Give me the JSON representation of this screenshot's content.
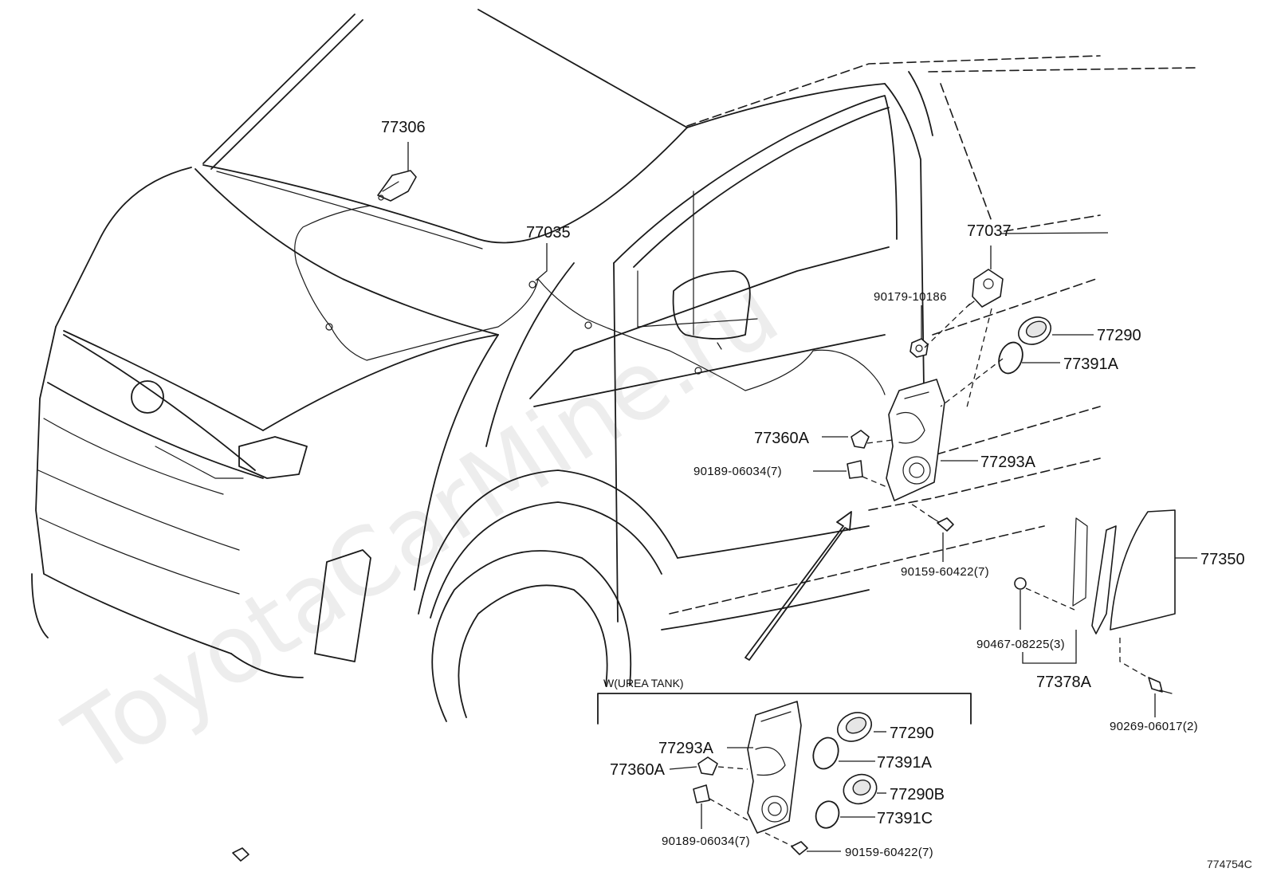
{
  "watermark": "ToyotaCarMine.ru",
  "diagram_ref": "774754C",
  "variant_caption": "W(UREA TANK)",
  "labels": {
    "p77306": "77306",
    "p77035": "77035",
    "p77037": "77037",
    "p90179": "90179-10186",
    "p77290": "77290",
    "p77391A": "77391A",
    "p77360A": "77360A",
    "p90189": "90189-06034(7)",
    "p77293A": "77293A",
    "p90159": "90159-60422(7)",
    "p77350": "77350",
    "p90467": "90467-08225(3)",
    "p77378A": "77378A",
    "p90269": "90269-06017(2)"
  },
  "inset_labels": {
    "p77293A": "77293A",
    "p77360A": "77360A",
    "p77290": "77290",
    "p77391A": "77391A",
    "p77290B": "77290B",
    "p77391C": "77391C",
    "p90189": "90189-06034(7)",
    "p90159": "90159-60422(7)"
  }
}
